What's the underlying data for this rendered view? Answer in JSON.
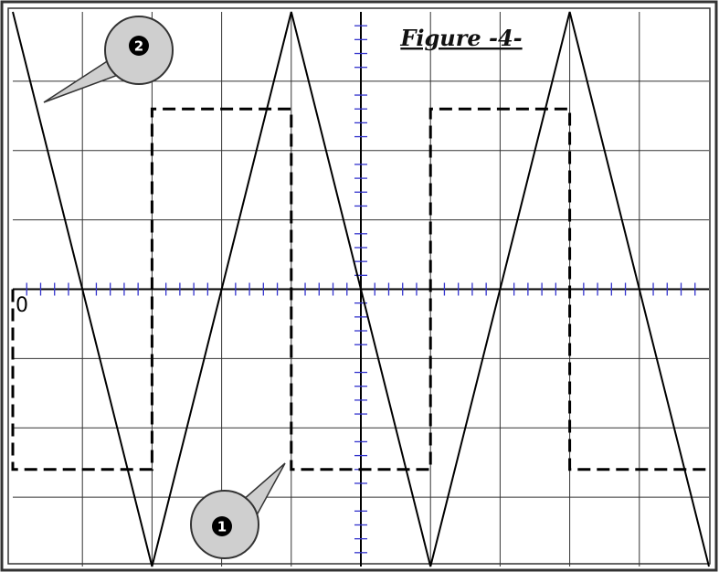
{
  "figure": {
    "title": "Figure -4-",
    "origin_label": "0"
  },
  "callouts": [
    {
      "label": "❶",
      "number": "1",
      "target": "square-wave"
    },
    {
      "label": "❷",
      "number": "2",
      "target": "triangle-wave"
    }
  ],
  "grid": {
    "columns": 10,
    "rows": 8,
    "minor_divisions_per_major": 5,
    "show_grid": true
  },
  "colors": {
    "background": "#ffffff",
    "frame": "#333333",
    "grid": "#333333",
    "axis": "#000000",
    "ticks": "#3333cc",
    "traces": "#000000",
    "callout_fill": "#cfcfcf",
    "callout_marker": "#000000"
  },
  "chart_data": {
    "type": "line",
    "x_range": [
      0,
      10
    ],
    "y_range": [
      -4,
      4
    ],
    "series": [
      {
        "style": "solid",
        "x": [
          0,
          2,
          4,
          6,
          8,
          10
        ],
        "y": [
          4,
          -4,
          4,
          -4,
          4,
          -4
        ]
      },
      {
        "style": "dashed",
        "x": [
          0,
          0,
          2,
          2,
          4,
          4,
          6,
          6,
          8,
          8,
          10
        ],
        "y": [
          0,
          -2.6,
          -2.6,
          2.6,
          2.6,
          -2.6,
          -2.6,
          2.6,
          2.6,
          -2.6,
          -2.6
        ]
      }
    ]
  }
}
